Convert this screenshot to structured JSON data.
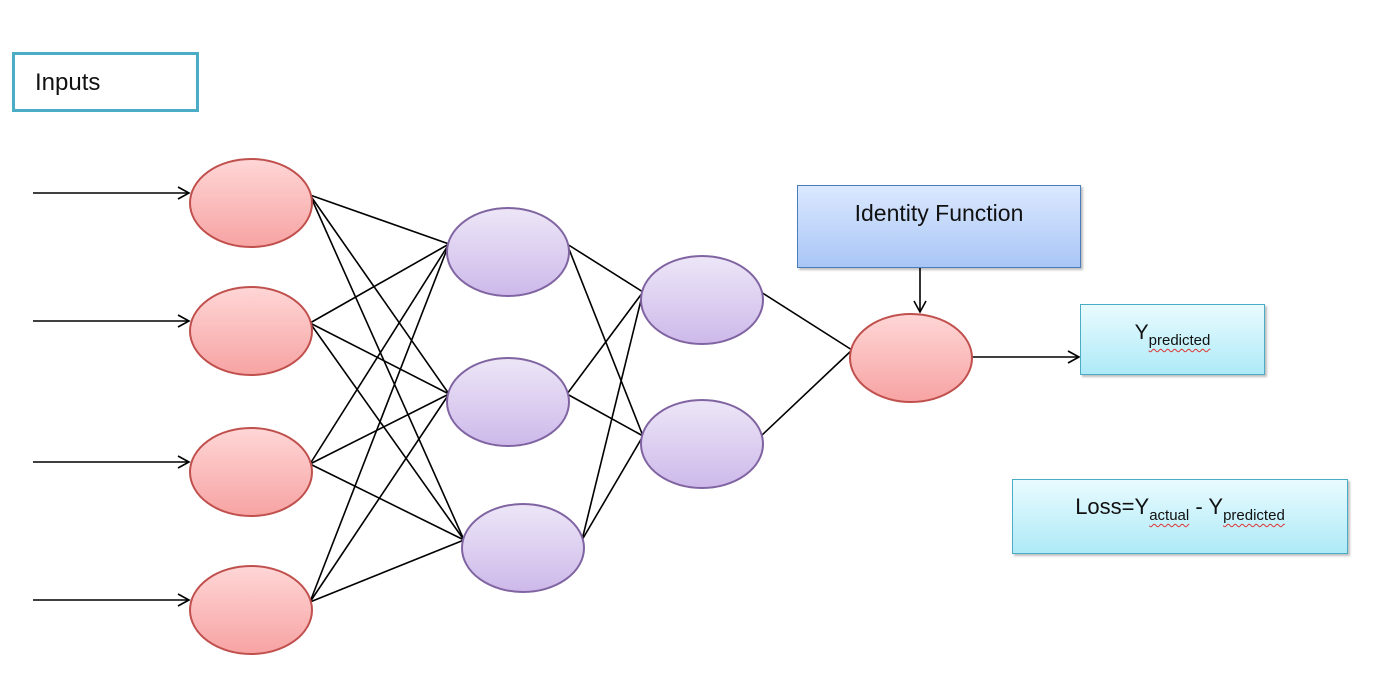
{
  "inputs_label": "Inputs",
  "identity_label": "Identity Function",
  "output": {
    "base": "Y",
    "sub": "predicted"
  },
  "loss": {
    "prefix": "Loss=",
    "actual_base": "Y",
    "actual_sub": "actual",
    "minus": " - ",
    "pred_base": "Y",
    "pred_sub": "predicted"
  },
  "colors": {
    "input_node_fill_top": "#ffd6d6",
    "input_node_fill_bottom": "#f7a3a3",
    "input_node_stroke": "#c0504d",
    "hidden_node_fill_top": "#ede6f7",
    "hidden_node_fill_bottom": "#cdb9ea",
    "hidden_node_stroke": "#8064a2",
    "identity_box_border": "#4a7ebb",
    "output_box_border": "#4bacc6"
  }
}
